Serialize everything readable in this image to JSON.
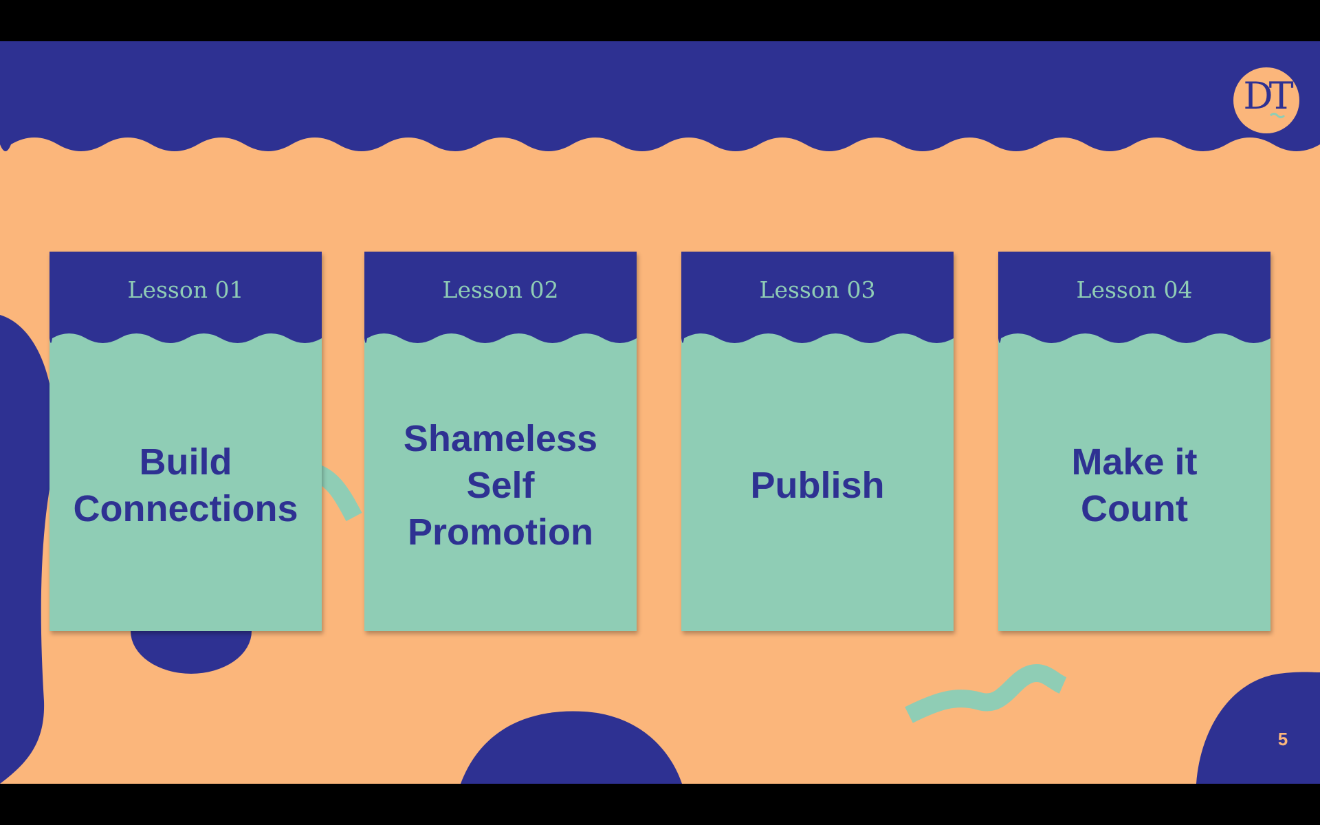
{
  "colors": {
    "background": "#FBB67B",
    "navy": "#2E3192",
    "mint": "#8FCDB5",
    "letterbox": "#000000"
  },
  "logo": {
    "text": "DT",
    "icon": "dt-monogram-icon"
  },
  "cards": [
    {
      "lesson": "Lesson 01",
      "title": "Build\nConnections"
    },
    {
      "lesson": "Lesson 02",
      "title": "Shameless\nSelf\nPromotion"
    },
    {
      "lesson": "Lesson 03",
      "title": "Publish"
    },
    {
      "lesson": "Lesson 04",
      "title": "Make it\nCount"
    }
  ],
  "page_number": "5"
}
